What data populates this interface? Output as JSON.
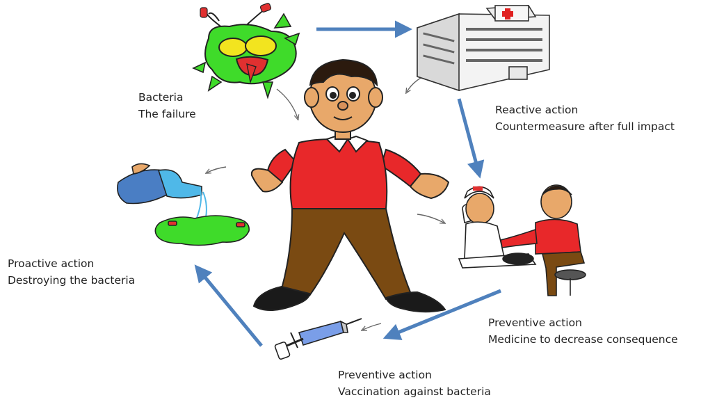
{
  "colors": {
    "arrow": "#4f81bd",
    "bacteria": "#3fdb2a",
    "shirt": "#e8282a",
    "pants": "#7a4a12",
    "skin": "#e8a86a"
  },
  "icons": {
    "bacteria": "bacteria-icon",
    "hospital": "hospital-icon",
    "person": "boy-icon",
    "destroy": "pour-liquid-icon",
    "medicine": "nurse-patient-icon",
    "vaccine": "syringe-icon"
  },
  "labels": {
    "bacteria": {
      "line1": "Bacteria",
      "line2": "The failure"
    },
    "reactive": {
      "line1": "Reactive action",
      "line2": "Countermeasure after full impact"
    },
    "medicine": {
      "line1": "Preventive action",
      "line2": "Medicine to decrease consequence"
    },
    "vaccine": {
      "line1": "Preventive action",
      "line2": "Vaccination against bacteria"
    },
    "proactive": {
      "line1": "Proactive action",
      "line2": "Destroying the bacteria"
    }
  }
}
